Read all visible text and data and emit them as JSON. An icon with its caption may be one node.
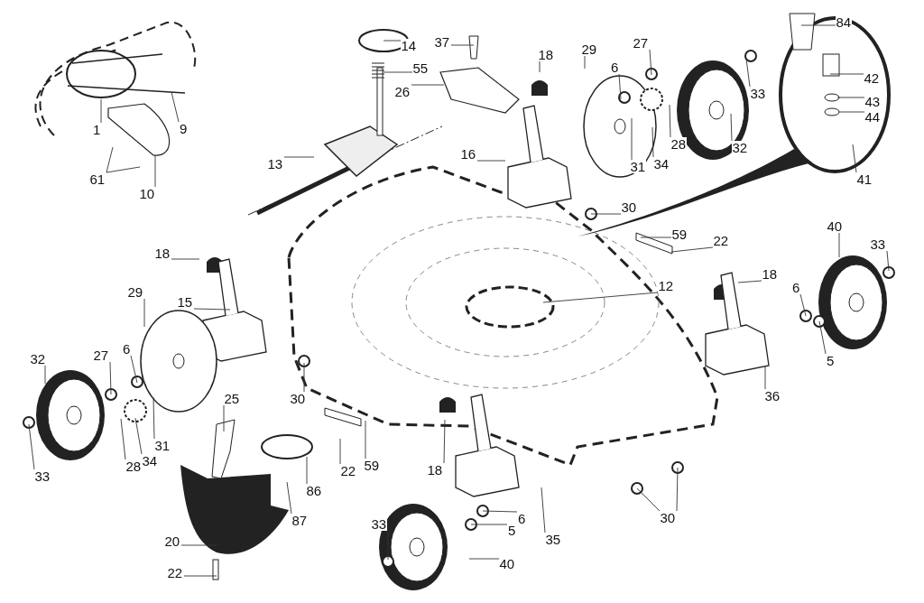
{
  "diagram": {
    "nodes": [
      {
        "text": [
          "1"
        ]
      },
      {
        "text": [
          "9"
        ]
      },
      {
        "text": [
          "61"
        ]
      },
      {
        "text": [
          "10"
        ]
      },
      {
        "text": [
          "14"
        ]
      },
      {
        "text": [
          "55"
        ]
      },
      {
        "text": [
          "37"
        ]
      },
      {
        "text": [
          "26"
        ]
      },
      {
        "text": [
          "13"
        ]
      },
      {
        "text": [
          "18"
        ]
      },
      {
        "text": [
          "29"
        ]
      },
      {
        "text": [
          "6"
        ]
      },
      {
        "text": [
          "27"
        ]
      },
      {
        "text": [
          "33"
        ]
      },
      {
        "text": [
          "84"
        ]
      },
      {
        "text": [
          "42"
        ]
      },
      {
        "text": [
          "43"
        ]
      },
      {
        "text": [
          "44"
        ]
      },
      {
        "text": [
          "16"
        ]
      },
      {
        "text": [
          "28"
        ]
      },
      {
        "text": [
          "32"
        ]
      },
      {
        "text": [
          "31"
        ]
      },
      {
        "text": [
          "34"
        ]
      },
      {
        "text": [
          "41"
        ]
      },
      {
        "text": [
          "30"
        ]
      },
      {
        "text": [
          "59"
        ]
      },
      {
        "text": [
          "22"
        ]
      },
      {
        "text": [
          "40"
        ]
      },
      {
        "text": [
          "33"
        ]
      },
      {
        "text": [
          "18"
        ]
      },
      {
        "text": [
          "18"
        ]
      },
      {
        "text": [
          "12"
        ]
      },
      {
        "text": [
          "15"
        ]
      },
      {
        "text": [
          "29"
        ]
      },
      {
        "text": [
          "32"
        ]
      },
      {
        "text": [
          "27"
        ]
      },
      {
        "text": [
          "6"
        ]
      },
      {
        "text": [
          "6"
        ]
      },
      {
        "text": [
          "5"
        ]
      },
      {
        "text": [
          "36"
        ]
      },
      {
        "text": [
          "25"
        ]
      },
      {
        "text": [
          "30"
        ]
      },
      {
        "text": [
          "31"
        ]
      },
      {
        "text": [
          "28"
        ]
      },
      {
        "text": [
          "34"
        ]
      },
      {
        "text": [
          "33"
        ]
      },
      {
        "text": [
          "22"
        ]
      },
      {
        "text": [
          "59"
        ]
      },
      {
        "text": [
          "18"
        ]
      },
      {
        "text": [
          "86"
        ]
      },
      {
        "text": [
          "87"
        ]
      },
      {
        "text": [
          "20"
        ]
      },
      {
        "text": [
          "22"
        ]
      },
      {
        "text": [
          "33"
        ]
      },
      {
        "text": [
          "6"
        ]
      },
      {
        "text": [
          "5"
        ]
      },
      {
        "text": [
          "35"
        ]
      },
      {
        "text": [
          "30"
        ]
      },
      {
        "text": [
          "40"
        ]
      }
    ],
    "edges": [
      {
        "from": 0,
        "to": null,
        "arrow": "none"
      },
      {
        "from": 1,
        "to": null,
        "arrow": "none"
      },
      {
        "from": 2,
        "to": null,
        "arrow": "none"
      },
      {
        "from": 2,
        "to": null,
        "arrow": "none"
      },
      {
        "from": 3,
        "to": null,
        "arrow": "none"
      },
      {
        "from": 4,
        "to": null,
        "arrow": "none"
      },
      {
        "from": 5,
        "to": null,
        "arrow": "none"
      },
      {
        "from": 6,
        "to": null,
        "arrow": "none"
      },
      {
        "from": 7,
        "to": null,
        "arrow": "none"
      },
      {
        "from": 8,
        "to": null,
        "arrow": "none"
      },
      {
        "from": 9,
        "to": null,
        "arrow": "none"
      },
      {
        "from": 10,
        "to": null,
        "arrow": "none"
      },
      {
        "from": 11,
        "to": null,
        "arrow": "none"
      },
      {
        "from": 12,
        "to": null,
        "arrow": "none"
      },
      {
        "from": 13,
        "to": null,
        "arrow": "none"
      },
      {
        "from": 14,
        "to": null,
        "arrow": "none"
      },
      {
        "from": 15,
        "to": null,
        "arrow": "none"
      },
      {
        "from": 16,
        "to": null,
        "arrow": "none"
      },
      {
        "from": 17,
        "to": null,
        "arrow": "none"
      },
      {
        "from": 18,
        "to": null,
        "arrow": "none"
      },
      {
        "from": 19,
        "to": null,
        "arrow": "none"
      },
      {
        "from": 20,
        "to": null,
        "arrow": "none"
      },
      {
        "from": 21,
        "to": null,
        "arrow": "none"
      },
      {
        "from": 22,
        "to": null,
        "arrow": "none"
      },
      {
        "from": 23,
        "to": null,
        "arrow": "none"
      },
      {
        "from": 24,
        "to": null,
        "arrow": "none"
      },
      {
        "from": 25,
        "to": null,
        "arrow": "none"
      },
      {
        "from": 26,
        "to": null,
        "arrow": "none"
      },
      {
        "from": 27,
        "to": null,
        "arrow": "none"
      },
      {
        "from": 28,
        "to": null,
        "arrow": "none"
      },
      {
        "from": 29,
        "to": null,
        "arrow": "none"
      },
      {
        "from": 30,
        "to": null,
        "arrow": "none"
      },
      {
        "from": 31,
        "to": null,
        "arrow": "none"
      },
      {
        "from": 32,
        "to": null,
        "arrow": "none"
      },
      {
        "from": 33,
        "to": null,
        "arrow": "none"
      },
      {
        "from": 34,
        "to": null,
        "arrow": "none"
      },
      {
        "from": 35,
        "to": null,
        "arrow": "none"
      },
      {
        "from": 36,
        "to": null,
        "arrow": "none"
      },
      {
        "from": 37,
        "to": null,
        "arrow": "none"
      },
      {
        "from": 38,
        "to": null,
        "arrow": "none"
      },
      {
        "from": 39,
        "to": null,
        "arrow": "none"
      },
      {
        "from": 40,
        "to": null,
        "arrow": "none"
      },
      {
        "from": 41,
        "to": null,
        "arrow": "none"
      },
      {
        "from": 42,
        "to": null,
        "arrow": "none"
      },
      {
        "from": 43,
        "to": null,
        "arrow": "none"
      },
      {
        "from": 44,
        "to": null,
        "arrow": "none"
      },
      {
        "from": 45,
        "to": null,
        "arrow": "none"
      },
      {
        "from": 46,
        "to": null,
        "arrow": "none"
      },
      {
        "from": 47,
        "to": null,
        "arrow": "none"
      },
      {
        "from": 48,
        "to": null,
        "arrow": "none"
      },
      {
        "from": 49,
        "to": null,
        "arrow": "none"
      },
      {
        "from": 50,
        "to": null,
        "arrow": "none"
      },
      {
        "from": 51,
        "to": null,
        "arrow": "none"
      },
      {
        "from": 52,
        "to": null,
        "arrow": "none"
      },
      {
        "from": 53,
        "to": null,
        "arrow": "none"
      },
      {
        "from": 54,
        "to": null,
        "arrow": "none"
      },
      {
        "from": 55,
        "to": null,
        "arrow": "none"
      },
      {
        "from": 56,
        "to": null,
        "arrow": "none"
      },
      {
        "from": 57,
        "to": null,
        "arrow": "none"
      },
      {
        "from": 57,
        "to": null,
        "arrow": "none"
      },
      {
        "from": 58,
        "to": null,
        "arrow": "none"
      }
    ]
  }
}
